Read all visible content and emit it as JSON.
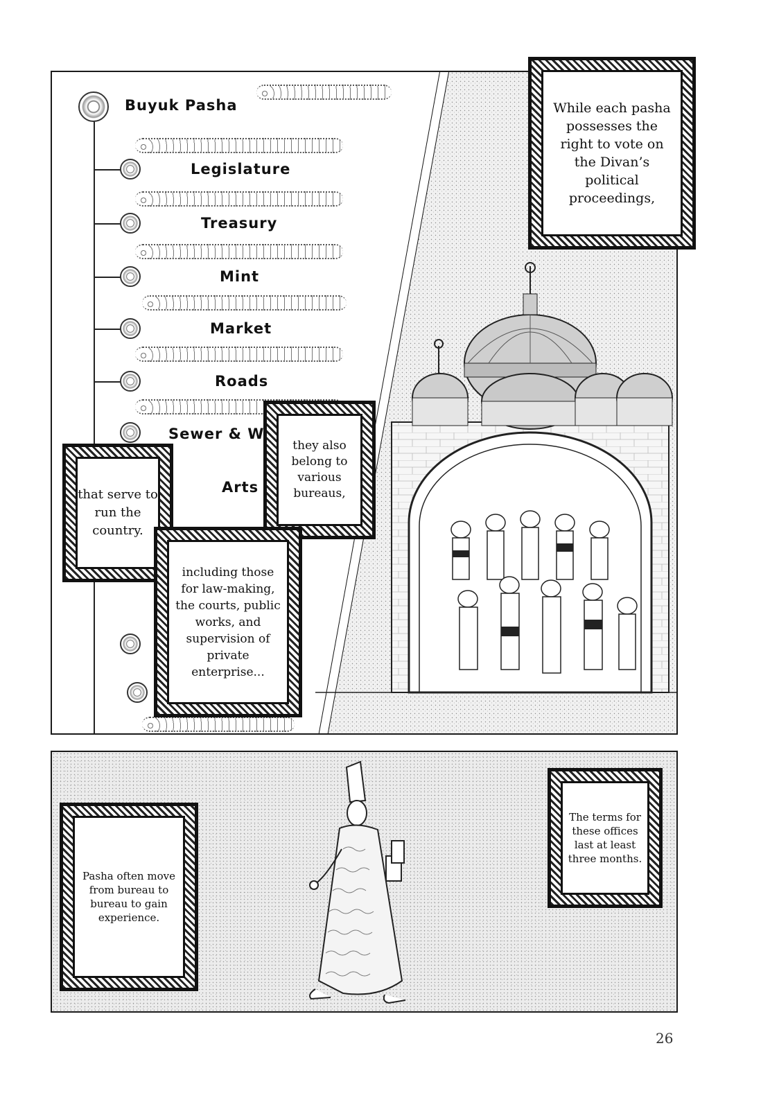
{
  "org_chart": {
    "root": "Buyuk Pasha",
    "departments": [
      "Legislature",
      "Treasury",
      "Mint",
      "Market",
      "Roads",
      "Sewer & W",
      "Arts"
    ]
  },
  "captions": {
    "top_right": "While each pasha possesses the right to vote on the Divan’s political proceedings,",
    "they_also": "they also belong to various bureaus,",
    "that_serve": "that serve to run the country.",
    "including": "including those for law-making, the courts, public works, and supervision of private enterprise...",
    "pasha_move": "Pasha often move from bureau to bureau to gain experience.",
    "terms": "The terms for these offices last at least three months."
  },
  "page_number": "26"
}
